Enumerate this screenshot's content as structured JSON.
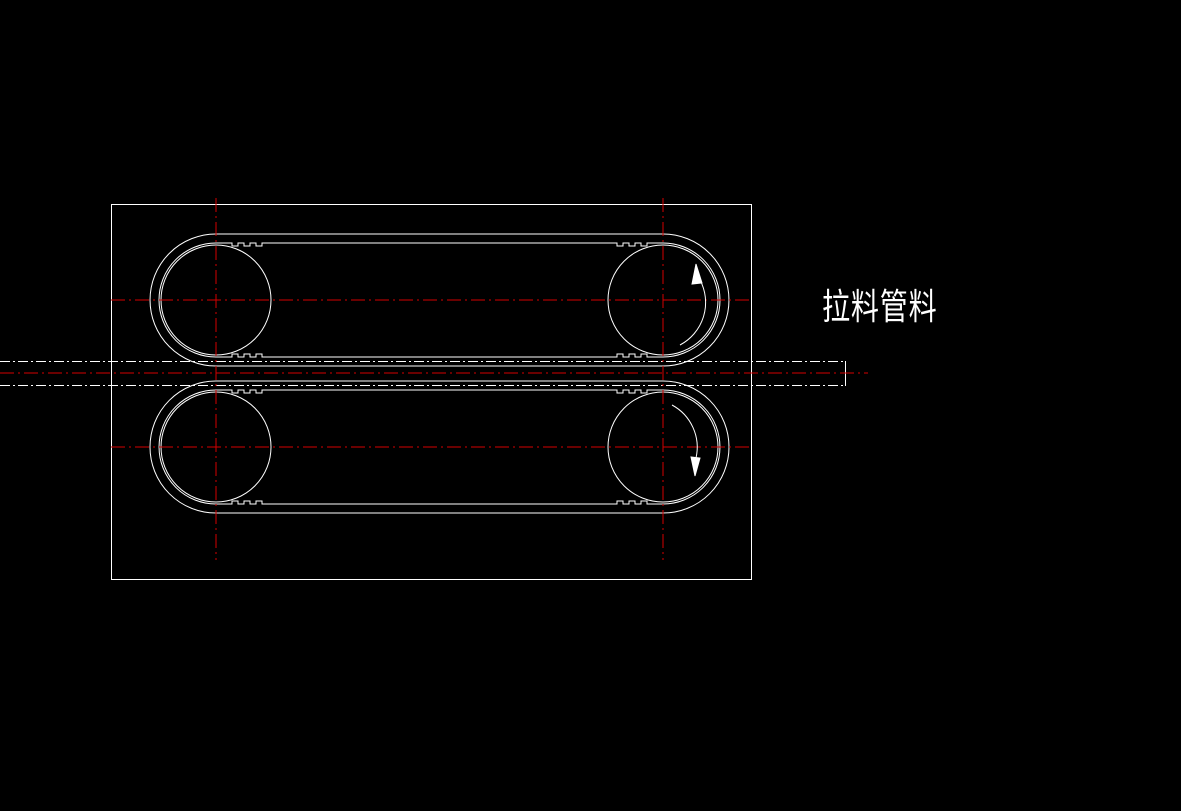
{
  "drawing": {
    "label": "拉料管料",
    "colors": {
      "background": "#000000",
      "outline": "#ffffff",
      "centerline": "#d40000",
      "strip": "#ffffff"
    },
    "belts": [
      {
        "name": "upper",
        "rotation": "counterclockwise"
      },
      {
        "name": "lower",
        "rotation": "clockwise"
      }
    ]
  }
}
